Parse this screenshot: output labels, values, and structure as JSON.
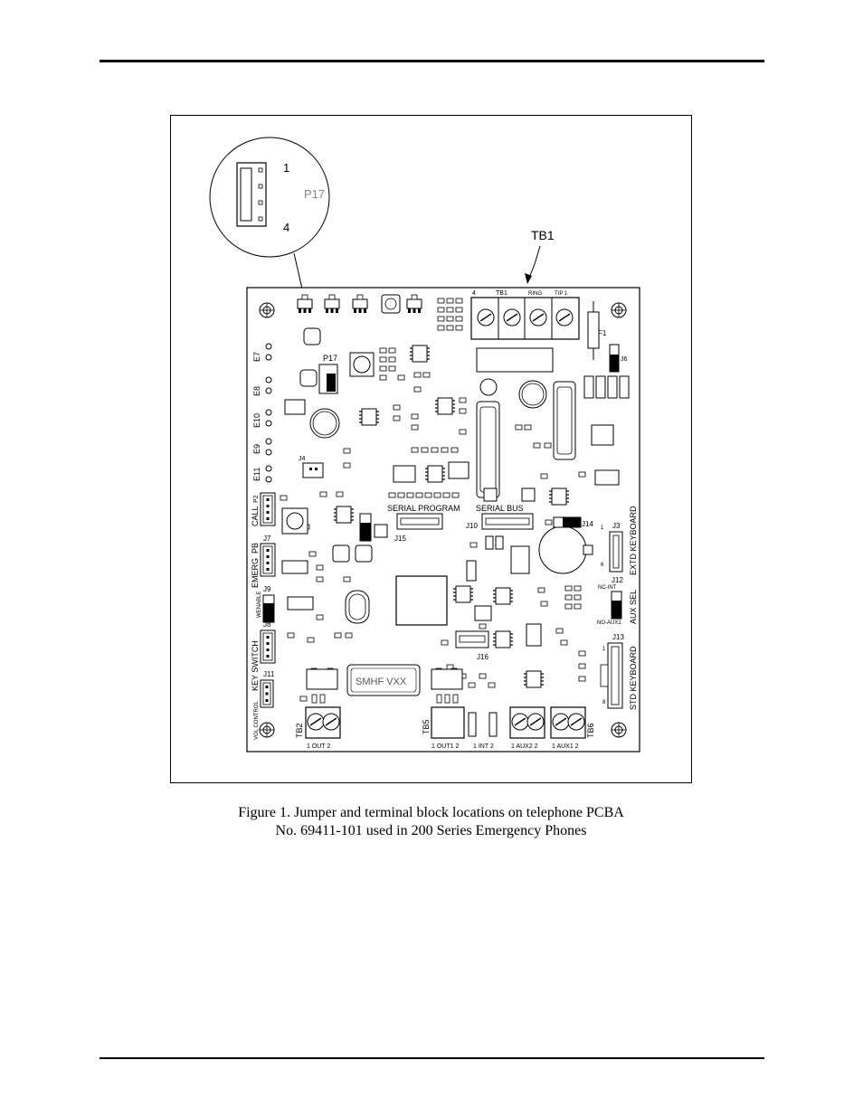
{
  "figure": {
    "caption_line1": "Figure 1.  Jumper and terminal block locations on telephone PCBA",
    "caption_line2": "No. 69411-101 used in 200 Series Emergency Phones",
    "callout_tb1": "TB1",
    "inset": {
      "label": "P17",
      "pin_top": "1",
      "pin_bottom": "4"
    },
    "board": {
      "marking": "SMHF  VXX",
      "terminal_tb1": {
        "label": "TB1",
        "ring": "RING",
        "tip": "TIP 1",
        "pin4": "4"
      },
      "fuse": "F1",
      "serial_program": "SERIAL  PROGRAM",
      "serial_bus": "SERIAL  BUS",
      "left_labels": [
        "E7",
        "E8",
        "E10",
        "E9",
        "E11"
      ],
      "header_labels": {
        "call": "CALL",
        "p2": "P2",
        "emerg": "EMERG",
        "j7": "J7",
        "pb": "PB",
        "j9": "J9",
        "wenable": "WENABLE",
        "key_switch": "KEY  SWITCH",
        "j8": "J8",
        "j11": "J11",
        "vol_control": "VOL CONTROL",
        "j15": "J15",
        "j10": "J10",
        "j14": "J14",
        "j3": "J3",
        "j12": "J12",
        "j13": "J13",
        "j16": "J16",
        "p17": "P17",
        "j4": "J4"
      },
      "right_labels": {
        "extd_keyboard": "EXTD  KEYBOARD",
        "aux_sel": "AUX  SEL",
        "std_keyboard": "STD  KEYBOARD",
        "nc_int": "NC-INT",
        "no_aux1": "NO-AUX1",
        "j6": "J6",
        "j3_pin1": "1",
        "j3_pin6": "6",
        "j13_pin1": "1",
        "j13_pin8": "8"
      },
      "bottom_blocks": {
        "tb2": "TB2",
        "tb2_pins": "1 OUT 2",
        "tb5": "TB5",
        "tb5_pins": "1 OUT1 2",
        "int_pins": "1 INT 2",
        "tb6": "TB6",
        "aux2_pins": "1 AUX2 2",
        "aux1_pins": "1 AUX1 2"
      }
    }
  }
}
